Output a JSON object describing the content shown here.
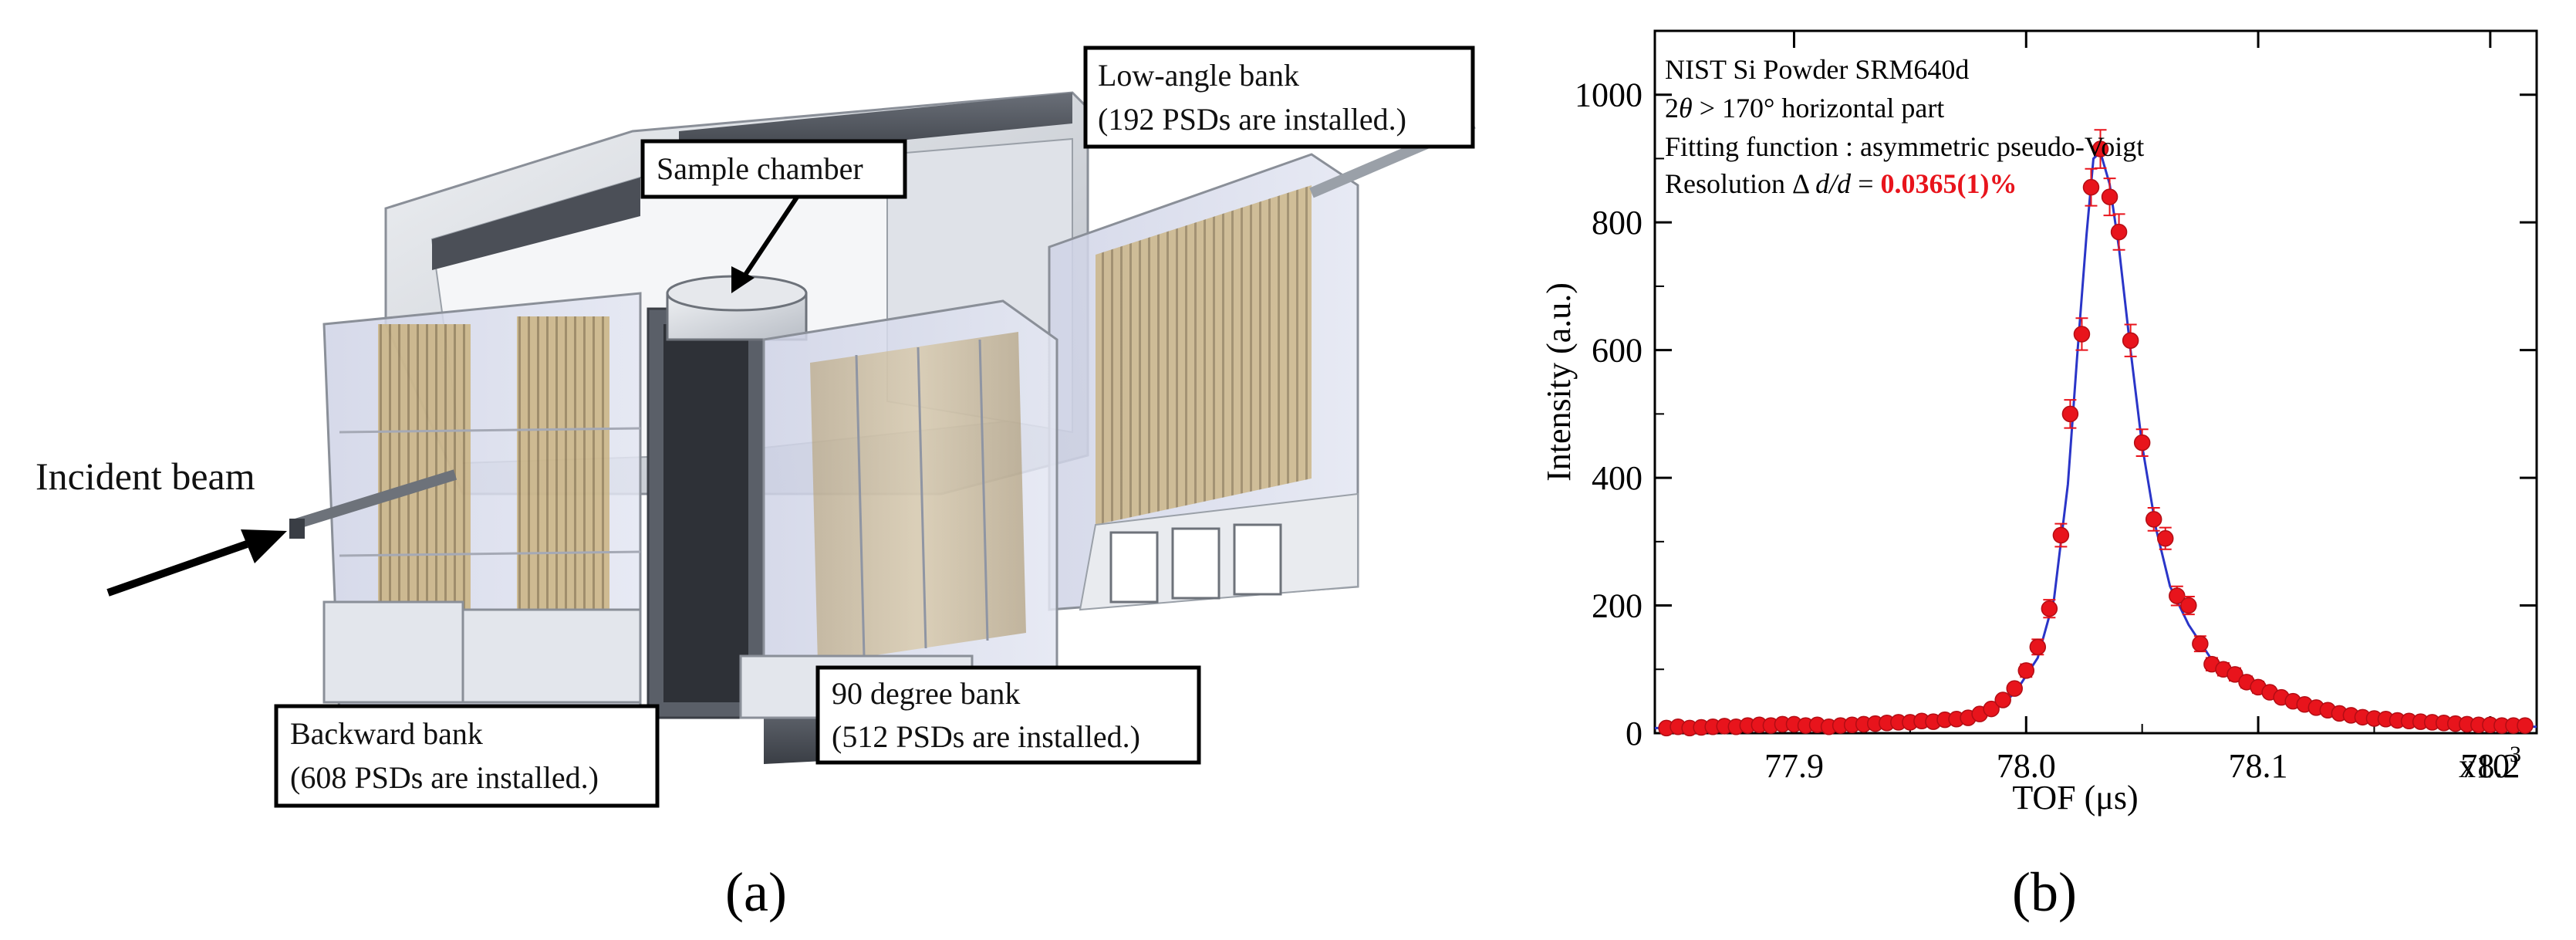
{
  "panel_a": {
    "tag": "(a)",
    "labels": {
      "low_angle_title": "Low-angle bank",
      "low_angle_detail": "(192 PSDs are installed.)",
      "sample_chamber": "Sample chamber",
      "incident_beam": "Incident beam",
      "backward_title": "Backward bank",
      "backward_detail": "(608 PSDs are installed.)",
      "ninety_title": "90 degree bank",
      "ninety_detail": "(512 PSDs are installed.)"
    }
  },
  "panel_b": {
    "tag": "(b)",
    "annotation": {
      "line1": "NIST Si Powder SRM640d",
      "line2_pre": "2",
      "line2_theta": "θ",
      "line2_post": " > 170° horizontal part",
      "line3": "Fitting function : asymmetric pseudo-Voigt",
      "line4_pre": "Resolution Δ ",
      "line4_dd": "d/d",
      "line4_eq": " = ",
      "line4_value": "0.0365(1)%"
    },
    "x_multiplier": "x10",
    "x_multiplier_exp": "3"
  },
  "colors": {
    "points": "#e8141c",
    "fit_line": "#2a35c8",
    "highlight": "#e8141c"
  },
  "chart_data": {
    "type": "scatter",
    "xlabel": "TOF (μs)",
    "ylabel": "Intensity (a.u.)",
    "xlim": [
      77.84,
      78.22
    ],
    "ylim": [
      0,
      1100
    ],
    "xticks": [
      77.9,
      78.0,
      78.1,
      78.2
    ],
    "xtick_labels": [
      "77.9",
      "78.0",
      "78.1",
      "78.2"
    ],
    "yticks": [
      0,
      200,
      400,
      600,
      800,
      1000
    ],
    "ytick_labels": [
      "0",
      "200",
      "400",
      "600",
      "800",
      "1000"
    ],
    "grid": false,
    "series": [
      {
        "kind": "points",
        "x": [
          77.845,
          77.85,
          77.855,
          77.86,
          77.865,
          77.87,
          77.875,
          77.88,
          77.885,
          77.89,
          77.895,
          77.9,
          77.905,
          77.91,
          77.915,
          77.92,
          77.925,
          77.93,
          77.935,
          77.94,
          77.945,
          77.95,
          77.955,
          77.96,
          77.965,
          77.97,
          77.975,
          77.98,
          77.985,
          77.99,
          77.995,
          78.0,
          78.005,
          78.01,
          78.015,
          78.019,
          78.024,
          78.028,
          78.032,
          78.036,
          78.04,
          78.045,
          78.05,
          78.055,
          78.06,
          78.065,
          78.07,
          78.075,
          78.08,
          78.085,
          78.09,
          78.095,
          78.1,
          78.105,
          78.11,
          78.115,
          78.12,
          78.125,
          78.13,
          78.135,
          78.14,
          78.145,
          78.15,
          78.155,
          78.16,
          78.165,
          78.17,
          78.175,
          78.18,
          78.185,
          78.19,
          78.195,
          78.2,
          78.205,
          78.21,
          78.215
        ],
        "y": [
          8,
          10,
          8,
          9,
          10,
          11,
          10,
          12,
          13,
          12,
          14,
          14,
          12,
          13,
          10,
          12,
          13,
          14,
          15,
          16,
          17,
          17,
          19,
          18,
          21,
          22,
          24,
          30,
          38,
          52,
          70,
          98,
          135,
          195,
          310,
          500,
          625,
          855,
          915,
          840,
          785,
          615,
          455,
          335,
          305,
          215,
          200,
          140,
          108,
          100,
          92,
          80,
          72,
          64,
          56,
          50,
          45,
          40,
          36,
          31,
          28,
          25,
          23,
          22,
          20,
          19,
          18,
          17,
          16,
          15,
          14,
          13,
          13,
          12,
          12,
          12
        ],
        "err": [
          3,
          3,
          3,
          3,
          3,
          3,
          3,
          3,
          4,
          4,
          4,
          4,
          4,
          4,
          3,
          4,
          4,
          4,
          4,
          4,
          4,
          4,
          4,
          4,
          5,
          5,
          5,
          6,
          6,
          7,
          8,
          10,
          12,
          14,
          18,
          22,
          25,
          29,
          30,
          29,
          28,
          25,
          21,
          18,
          17,
          15,
          14,
          12,
          10,
          10,
          10,
          9,
          9,
          8,
          8,
          7,
          7,
          6,
          6,
          6,
          5,
          5,
          5,
          5,
          5,
          4,
          4,
          4,
          4,
          4,
          4,
          4,
          4,
          3,
          3,
          3
        ]
      },
      {
        "kind": "fit",
        "x": [
          77.84,
          77.88,
          77.92,
          77.95,
          77.97,
          77.985,
          77.995,
          78.005,
          78.012,
          78.018,
          78.022,
          78.026,
          78.029,
          78.032,
          78.036,
          78.04,
          78.045,
          78.05,
          78.056,
          78.062,
          78.07,
          78.08,
          78.09,
          78.1,
          78.115,
          78.13,
          78.15,
          78.17,
          78.19,
          78.22
        ],
        "y": [
          8,
          10,
          12,
          16,
          20,
          34,
          62,
          118,
          210,
          390,
          590,
          780,
          900,
          910,
          860,
          760,
          600,
          450,
          320,
          230,
          170,
          115,
          88,
          68,
          48,
          34,
          24,
          18,
          14,
          10
        ]
      }
    ]
  }
}
